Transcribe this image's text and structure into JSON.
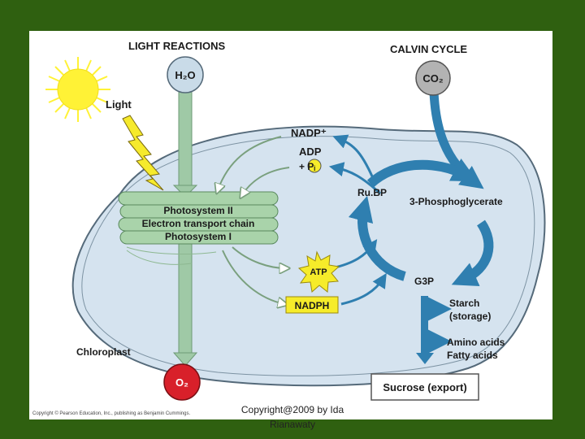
{
  "colors": {
    "background": "#2f6010",
    "chloroplast_fill": "#d5e3ef",
    "arrow_blue": "#2f7fb0",
    "arrow_green": "#9fc9a6",
    "sun": "#fff236",
    "atp_star": "#f6ec2a",
    "o2_circle": "#d8202a",
    "co2_circle": "#b3b3b3",
    "h2o_circle": "#c9dbe8"
  },
  "header": {
    "light_reactions": "LIGHT REACTIONS",
    "calvin_cycle": "CALVIN CYCLE"
  },
  "molecules": {
    "h2o": "H₂O",
    "co2": "CO₂",
    "o2": "O₂",
    "atp": "ATP",
    "nadph": "NADPH",
    "nadp": "NADP⁺",
    "adp": "ADP",
    "pi": "+ Pᵢ"
  },
  "labels": {
    "light": "Light",
    "chloroplast": "Chloroplast",
    "rubp": "Ru.BP",
    "phosphoglycerate": "3-Phosphoglycerate",
    "g3p": "G3P",
    "starch": "Starch",
    "storage": "(storage)",
    "amino_acids": "Amino acids",
    "fatty_acids": "Fatty acids",
    "sucrose": "Sucrose (export)"
  },
  "thylakoid": {
    "line1": "Photosystem II",
    "line2": "Electron transport chain",
    "line3": "Photosystem I"
  },
  "footer": {
    "publisher": "Copyright © Pearson Education, Inc., publishing as Benjamin Cummings.",
    "copyright_line1": "Copyright@2009 by Ida",
    "copyright_line2": "Rianawaty"
  }
}
